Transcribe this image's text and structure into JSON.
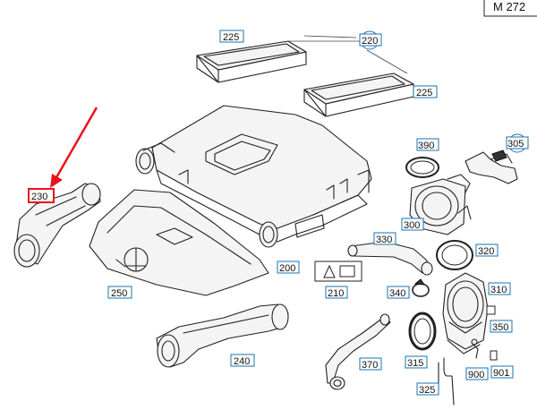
{
  "model_code": "M 272",
  "highlighted_part": "230",
  "colors": {
    "label_border": "#1a73b5",
    "highlight": "#e8141b",
    "arrow": "#e8141b",
    "line": "#222222"
  },
  "callouts": {
    "p225a": "225",
    "p220": "220",
    "p225b": "225",
    "p390": "390",
    "p305": "305",
    "p230": "230",
    "p300": "300",
    "p330": "330",
    "p320": "320",
    "p200": "200",
    "p210": "210",
    "p250": "250",
    "p340": "340",
    "p310": "310",
    "p350": "350",
    "p370": "370",
    "p240": "240",
    "p315": "315",
    "p900": "900",
    "p901": "901",
    "p325": "325"
  }
}
